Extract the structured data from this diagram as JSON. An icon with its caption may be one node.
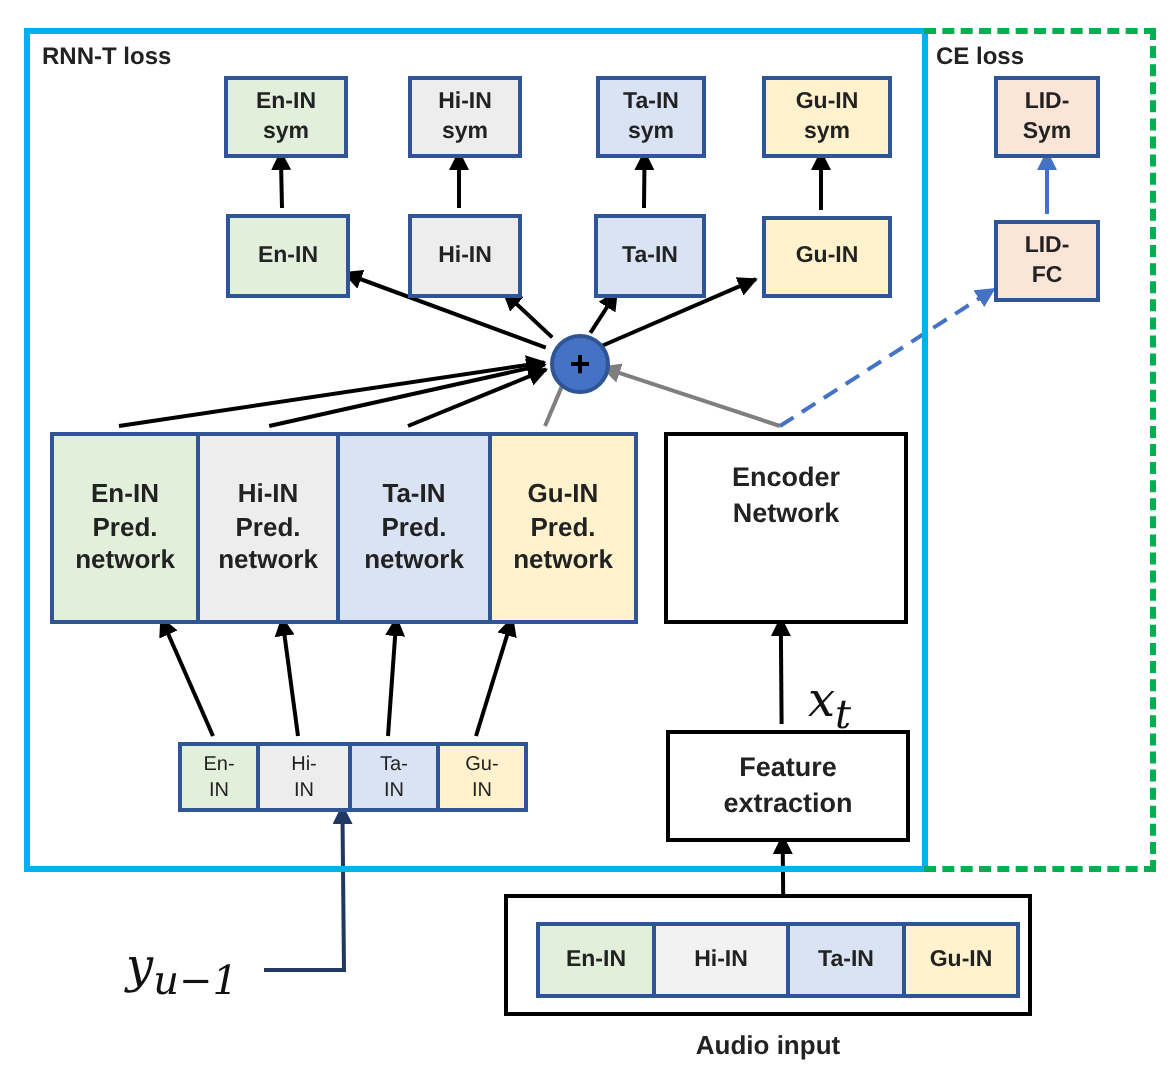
{
  "diagram": {
    "nodes": [
      {
        "text": [
          "RNN-T loss"
        ]
      },
      {
        "text": [
          "CE loss"
        ]
      },
      {
        "text": [
          "En-IN sym"
        ],
        "in": 0
      },
      {
        "text": [
          "Hi-IN sym"
        ],
        "in": 0
      },
      {
        "text": [
          "Ta-IN sym"
        ],
        "in": 0
      },
      {
        "text": [
          "Gu-IN sym"
        ],
        "in": 0
      },
      {
        "text": [
          "En-IN"
        ],
        "in": 0
      },
      {
        "text": [
          "Hi-IN"
        ],
        "in": 0
      },
      {
        "text": [
          "Ta-IN"
        ],
        "in": 0
      },
      {
        "text": [
          "Gu-IN"
        ],
        "in": 0
      },
      {
        "text": [
          "+"
        ],
        "in": 0
      },
      {
        "text": [
          "En-IN Pred. network"
        ],
        "in": 0
      },
      {
        "text": [
          "Hi-IN Pred. network"
        ],
        "in": 0
      },
      {
        "text": [
          "Ta-IN Pred. network"
        ],
        "in": 0
      },
      {
        "text": [
          "Gu-IN Pred. network"
        ],
        "in": 0
      },
      {
        "text": [
          "Encoder Network"
        ],
        "in": 0
      },
      {
        "text": [
          "Feature extraction"
        ],
        "in": 0
      },
      {
        "text": [
          "En- IN"
        ],
        "in": 0
      },
      {
        "text": [
          "Hi- IN"
        ],
        "in": 0
      },
      {
        "text": [
          "Ta- IN"
        ],
        "in": 0
      },
      {
        "text": [
          "Gu- IN"
        ],
        "in": 0
      },
      {
        "text": [
          "LID- Sym"
        ],
        "in": 1
      },
      {
        "text": [
          "LID- FC"
        ],
        "in": 1
      },
      {
        "text": [
          "Audio input"
        ]
      },
      {
        "text": [
          "En-IN"
        ],
        "in": 23
      },
      {
        "text": [
          "Hi-IN"
        ],
        "in": 23
      },
      {
        "text": [
          "Ta-IN"
        ],
        "in": 23
      },
      {
        "text": [
          "Gu-IN"
        ],
        "in": 23
      },
      {
        "text": [
          "y$_{u−1}$"
        ]
      }
    ],
    "edges": [
      {
        "from": 6,
        "to": 2,
        "arrow": "to"
      },
      {
        "from": 7,
        "to": 3,
        "arrow": "to"
      },
      {
        "from": 8,
        "to": 4,
        "arrow": "to"
      },
      {
        "from": 9,
        "to": 5,
        "arrow": "to"
      },
      {
        "from": 10,
        "to": 6,
        "arrow": "to"
      },
      {
        "from": 10,
        "to": 7,
        "arrow": "to"
      },
      {
        "from": 10,
        "to": 8,
        "arrow": "to"
      },
      {
        "from": 10,
        "to": 9,
        "arrow": "to"
      },
      {
        "from": 11,
        "to": 10,
        "arrow": "to"
      },
      {
        "from": 12,
        "to": 10,
        "arrow": "to"
      },
      {
        "from": 13,
        "to": 10,
        "arrow": "to"
      },
      {
        "from": 14,
        "to": 10,
        "arrow": "none",
        "color": "#7f7f7f"
      },
      {
        "from": 15,
        "to": 10,
        "arrow": "to",
        "color": "#7f7f7f"
      },
      {
        "from": 15,
        "to": 22,
        "arrow": "to",
        "style": "dashed",
        "color": "#4472c4"
      },
      {
        "from": 22,
        "to": 21,
        "arrow": "to",
        "color": "#4472c4"
      },
      {
        "from": 17,
        "to": 11,
        "arrow": "to"
      },
      {
        "from": 18,
        "to": 12,
        "arrow": "to"
      },
      {
        "from": 19,
        "to": 13,
        "arrow": "to"
      },
      {
        "from": 20,
        "to": 14,
        "arrow": "to"
      },
      {
        "from": 16,
        "to": 15,
        "arrow": "to"
      },
      {
        "from": 23,
        "to": 16,
        "arrow": "to"
      },
      {
        "from": 28,
        "to": 19,
        "arrow": "to",
        "color": "#203864"
      }
    ],
    "labels": [
      "x$_{t}$"
    ]
  }
}
